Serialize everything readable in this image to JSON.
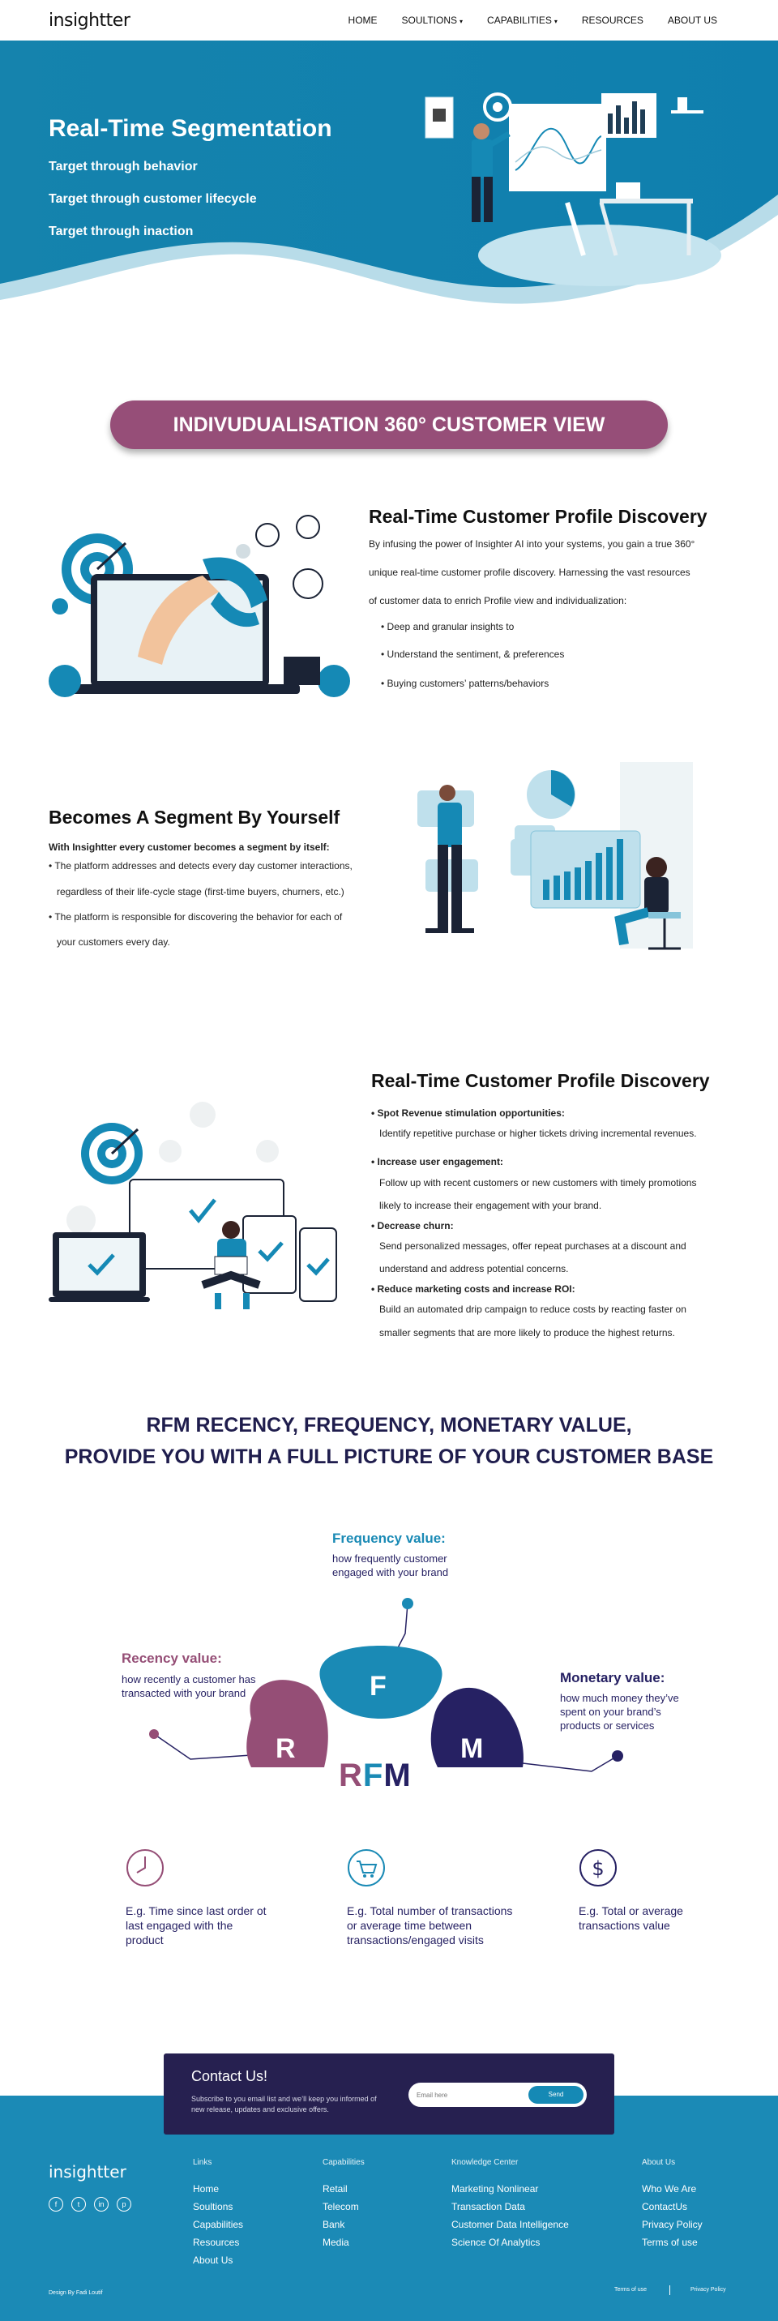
{
  "nav": {
    "logo": "insightter",
    "links": [
      {
        "label": "HOME",
        "dropdown": false
      },
      {
        "label": "SOULTIONS",
        "dropdown": true
      },
      {
        "label": "CAPABILITIES",
        "dropdown": true
      },
      {
        "label": "RESOURCES",
        "dropdown": false
      },
      {
        "label": "ABOUT US",
        "dropdown": false
      }
    ]
  },
  "hero": {
    "title": "Real-Time Segmentation",
    "items": [
      "Target through behavior",
      "Target through customer lifecycle",
      "Target through inaction"
    ]
  },
  "banner": {
    "label": "INDIVUDUALISATION 360° CUSTOMER VIEW"
  },
  "section1": {
    "title": "Real-Time Customer Profile Discovery",
    "lines": [
      "By infusing the power of Insighter AI into your systems, you gain a true 360°",
      "unique real-time customer profile discovery. Harnessing the vast resources",
      "of customer data to enrich Profile view and individualization:"
    ],
    "bullets": [
      "Deep and granular insights to",
      "Understand the sentiment, & preferences",
      "Buying customers’ patterns/behaviors"
    ]
  },
  "section2": {
    "title": "Becomes A Segment By Yourself",
    "lead": "With Insightter every customer becomes a segment by itself:",
    "lines": [
      "• The platform addresses and detects every day customer interactions,",
      "regardless of their life-cycle stage (first-time buyers, churners, etc.)",
      "• The platform is responsible for discovering the behavior for each of",
      "your customers every day."
    ]
  },
  "section3": {
    "title": "Real-Time Customer Profile Discovery",
    "items": [
      {
        "head": "• Spot Revenue stimulation opportunities:",
        "lines": [
          "Identify repetitive purchase or higher tickets driving incremental revenues."
        ]
      },
      {
        "head": "• Increase user engagement:",
        "lines": [
          "Follow up with recent customers or new customers with timely promotions",
          "likely to increase their engagement with your brand."
        ]
      },
      {
        "head": "• Decrease churn:",
        "lines": [
          "Send personalized messages, offer repeat purchases at a discount and",
          "understand and address potential concerns."
        ]
      },
      {
        "head": "• Reduce marketing costs and increase ROI:",
        "lines": [
          "Build an automated drip campaign to reduce costs by reacting faster on",
          "smaller segments that are more likely to produce the highest returns."
        ]
      }
    ]
  },
  "rfm": {
    "heading1": "RFM RECENCY, FREQUENCY, MONETARY VALUE,",
    "heading2": "PROVIDE YOU WITH A FULL PICTURE OF YOUR CUSTOMER BASE",
    "frequency": {
      "title": "Frequency value:",
      "desc": [
        "how frequently customer",
        "engaged with your brand"
      ]
    },
    "recency": {
      "title": "Recency value:",
      "desc": [
        "how recently a customer has",
        "transacted with your brand"
      ]
    },
    "monetary": {
      "title": "Monetary value:",
      "desc": [
        "how much money they’ve",
        "spent on your brand’s",
        "products or services"
      ]
    },
    "letters": {
      "r": "R",
      "f": "F",
      "m": "M"
    },
    "colors": {
      "recency": "#954e76",
      "frequency": "#1a8ab5",
      "monetary": "#262163"
    },
    "examples": [
      {
        "icon": "clock-icon",
        "lines": [
          "E.g. Time since last order ot",
          "last engaged with the",
          "product"
        ]
      },
      {
        "icon": "cart-icon",
        "lines": [
          "E.g. Total number of transactions",
          "or average time between",
          "transactions/engaged visits"
        ]
      },
      {
        "icon": "dollar-icon",
        "lines": [
          "E.g. Total or average",
          "transactions value"
        ]
      }
    ]
  },
  "contact": {
    "title": "Contact Us!",
    "subtitle": "Subscribe to you email list and we’ll keep you informed of new release, updates and exclusive offers.",
    "email_placeholder": "Email here",
    "send_label": "Send"
  },
  "footer": {
    "logo": "insightter",
    "social": [
      "f",
      "t",
      "in",
      "p"
    ],
    "columns": [
      {
        "title": "Links",
        "items": [
          "Home",
          "Soultions",
          "Capabilities",
          "Resources",
          "About Us"
        ]
      },
      {
        "title": "Capabilities",
        "items": [
          "Retail",
          "Telecom",
          "Bank",
          "Media"
        ]
      },
      {
        "title": "Knowledge Center",
        "items": [
          "Marketing Nonlinear",
          "Transaction Data",
          "Customer Data Intelligence",
          "Science Of Analytics"
        ]
      },
      {
        "title": "About Us",
        "items": [
          "Who We Are",
          "ContactUs",
          "Privacy Policy",
          "Terms of use"
        ]
      }
    ],
    "credit": "Design By Fadi Loutif",
    "terms": "Terms of use",
    "privacy": "Privacy Policy"
  },
  "colors": {
    "primary": "#1589b5",
    "purple": "#964e78",
    "navy": "#262050"
  }
}
